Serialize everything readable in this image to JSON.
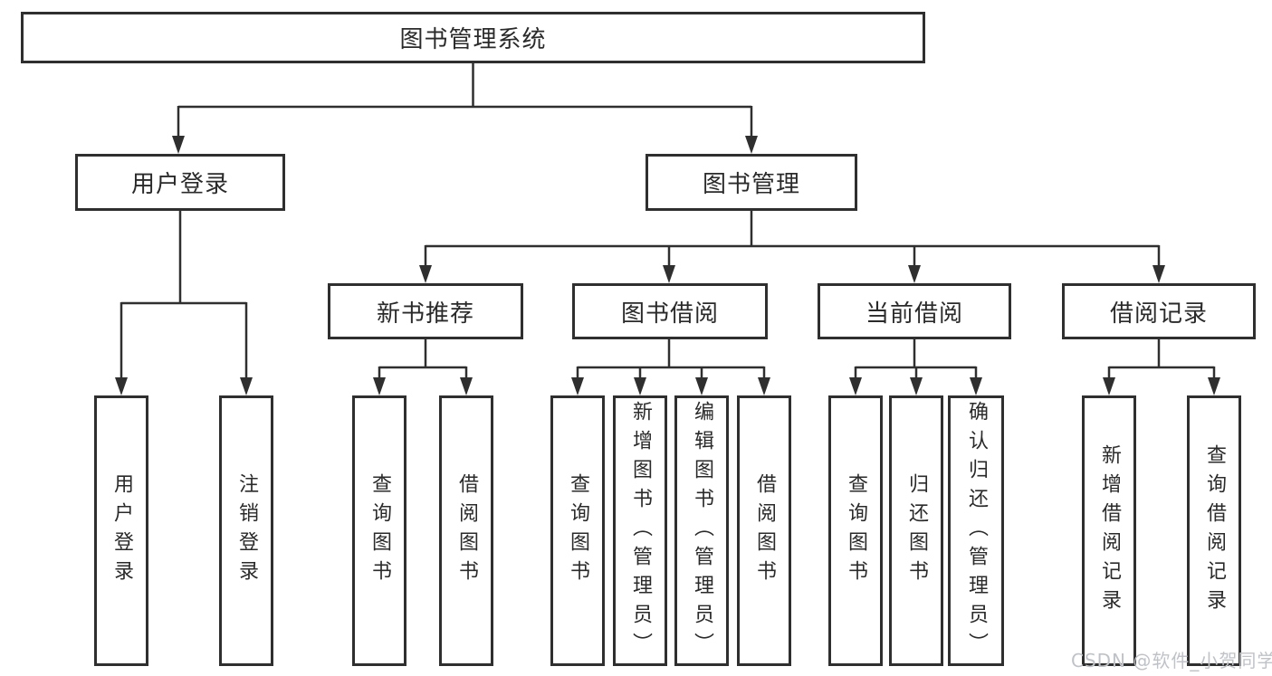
{
  "diagram": {
    "title": "图书管理系统",
    "tree": {
      "label": "图书管理系统",
      "children": [
        {
          "label": "用户登录",
          "children": [
            {
              "label": "用户登录"
            },
            {
              "label": "注销登录"
            }
          ]
        },
        {
          "label": "图书管理",
          "children": [
            {
              "label": "新书推荐",
              "children": [
                {
                  "label": "查询图书"
                },
                {
                  "label": "借阅图书"
                }
              ]
            },
            {
              "label": "图书借阅",
              "children": [
                {
                  "label": "查询图书"
                },
                {
                  "label": "新增图书（管理员）"
                },
                {
                  "label": "编辑图书（管理员）"
                },
                {
                  "label": "借阅图书"
                }
              ]
            },
            {
              "label": "当前借阅",
              "children": [
                {
                  "label": "查询图书"
                },
                {
                  "label": "归还图书"
                },
                {
                  "label": "确认归还（管理员）"
                }
              ]
            },
            {
              "label": "借阅记录",
              "children": [
                {
                  "label": "新增借阅记录"
                },
                {
                  "label": "查询借阅记录"
                }
              ]
            }
          ]
        }
      ]
    }
  },
  "watermark": {
    "text": "CSDN @软件_小贺同学"
  },
  "colors": {
    "line": "#2f2f2f",
    "box_border": "#2f2f2f",
    "box_background": "#ffffff",
    "text": "#2a2a2a",
    "watermark": "#bfc3c8",
    "page_background": "#ffffff"
  }
}
